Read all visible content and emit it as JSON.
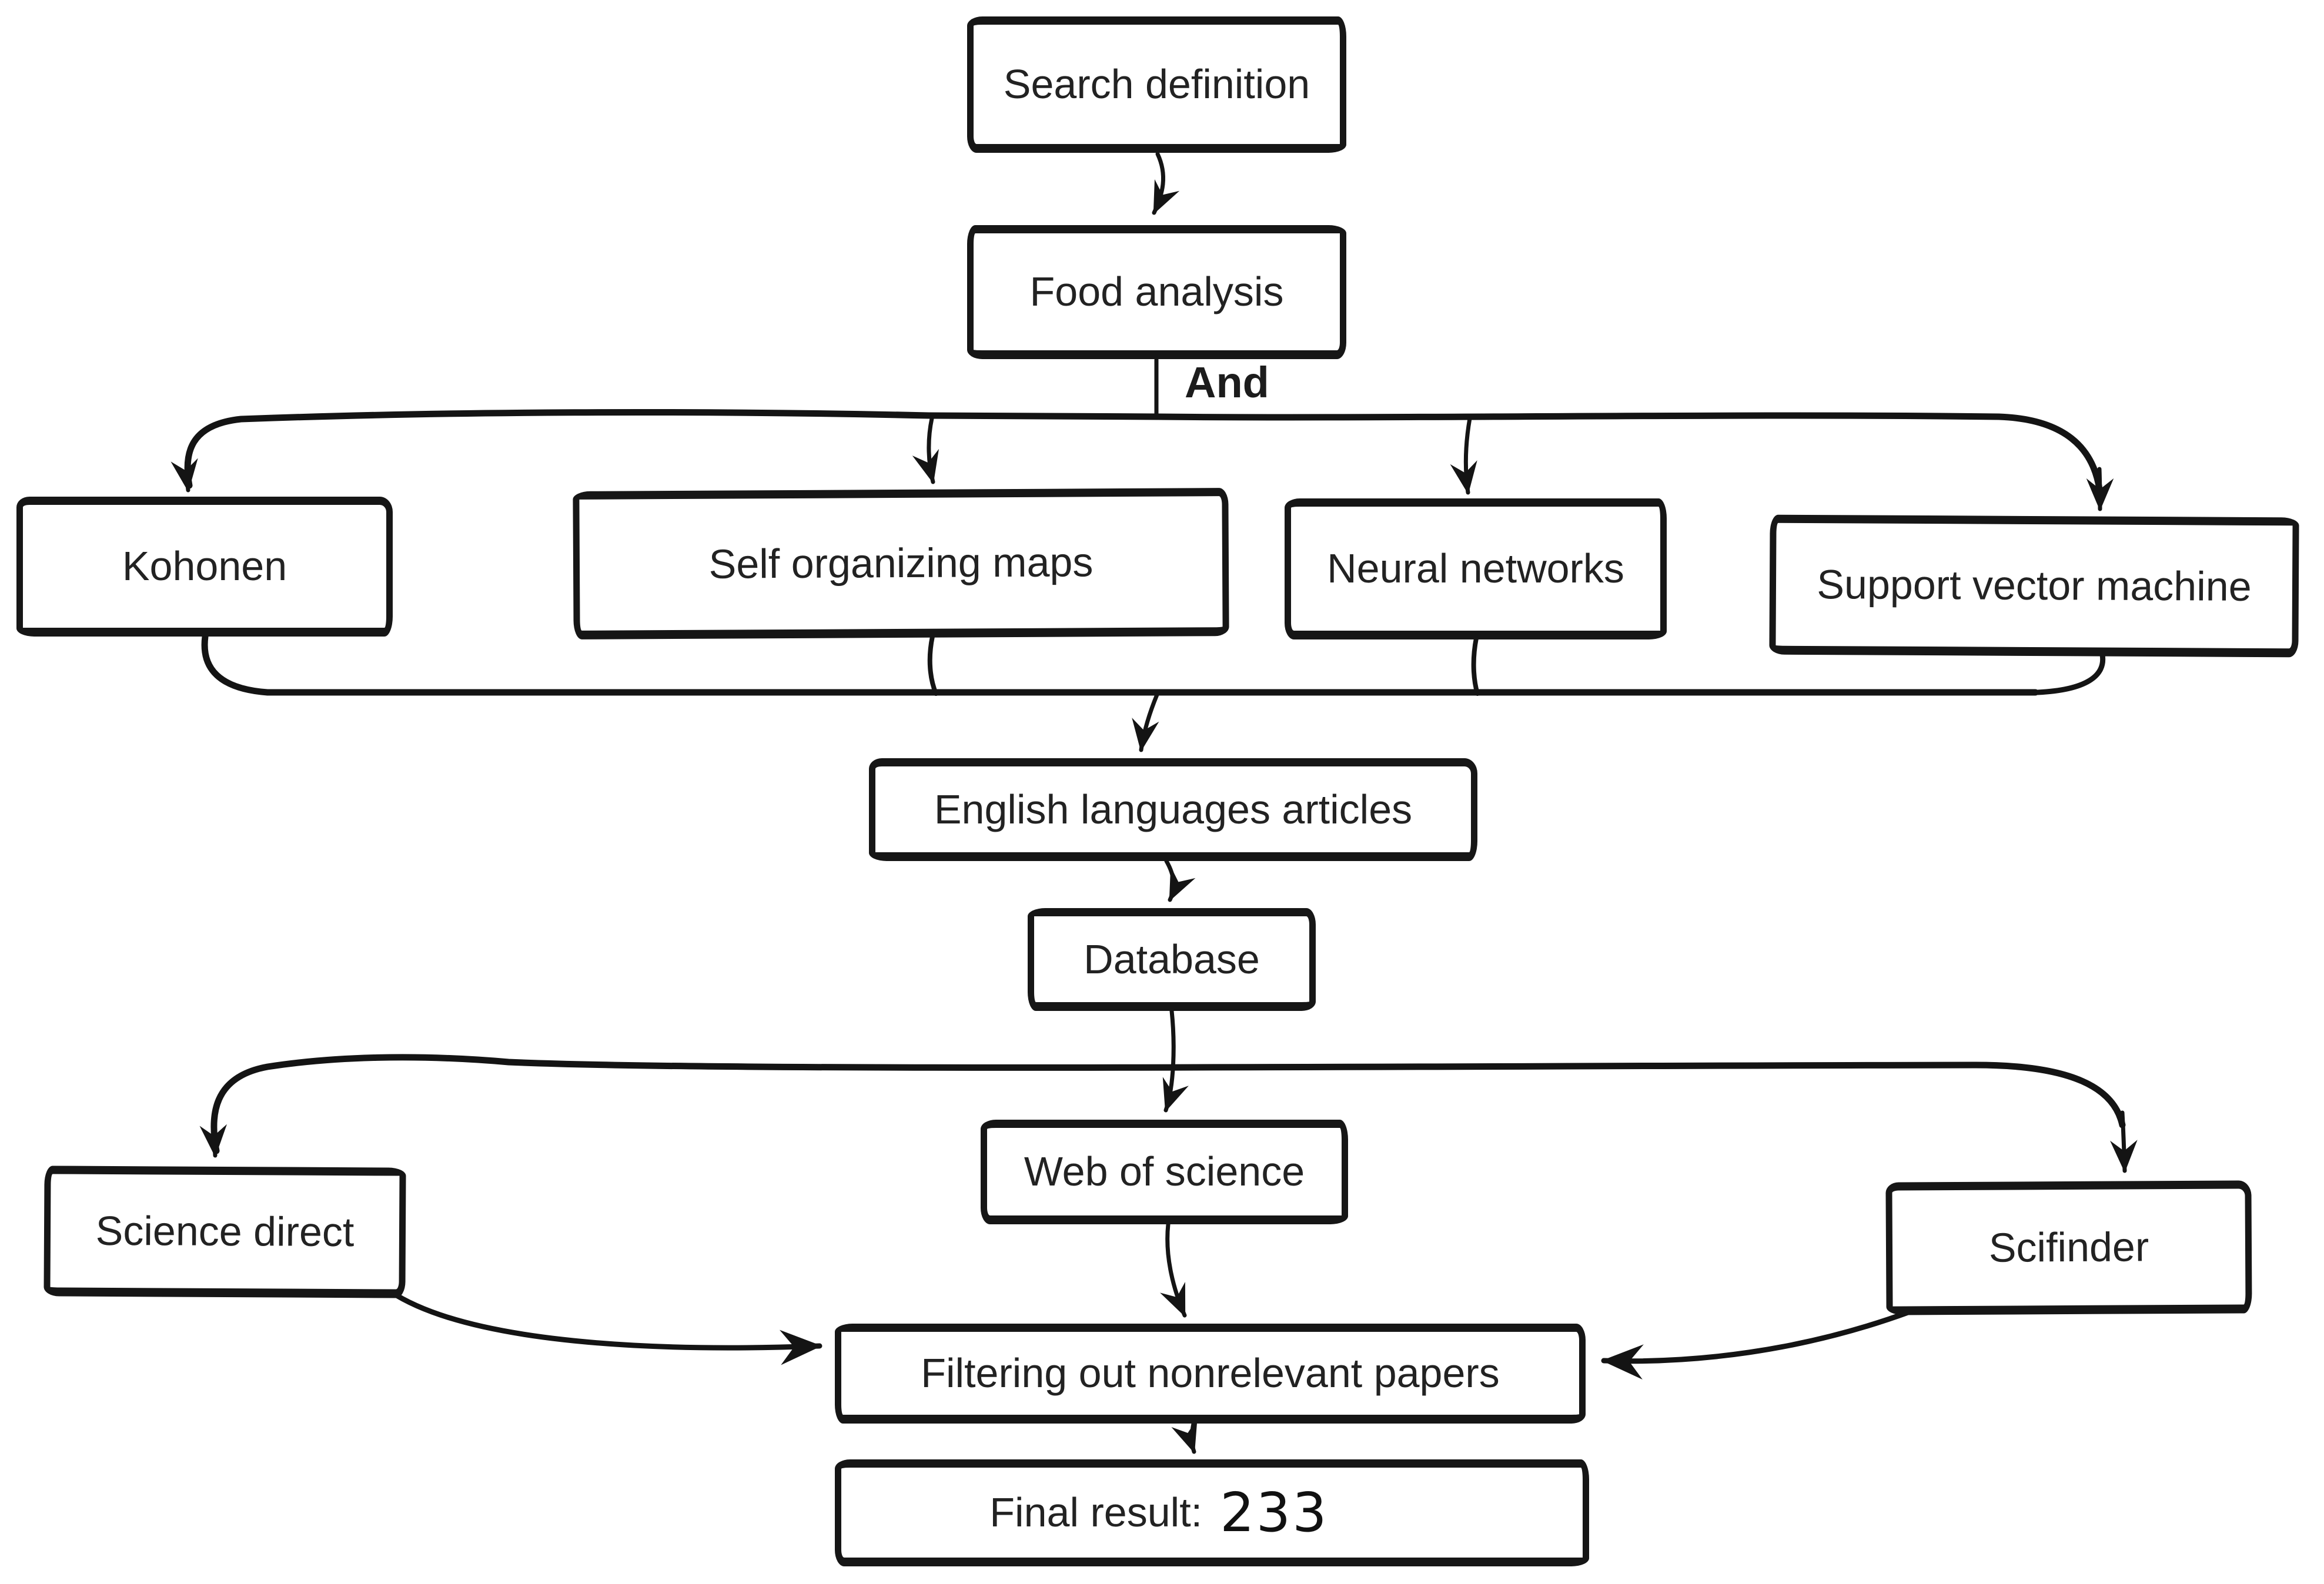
{
  "figure": {
    "type": "flowchart",
    "background": "#ffffff",
    "ink": "#161616",
    "text_color": "#222222"
  },
  "operators": {
    "and_label": "And"
  },
  "nodes": {
    "search_definition": {
      "label": "Search definition"
    },
    "food_analysis": {
      "label": "Food analysis"
    },
    "kohonen": {
      "label": "Kohonen"
    },
    "self_organizing_maps": {
      "label": "Self organizing maps"
    },
    "neural_networks": {
      "label": "Neural networks"
    },
    "support_vector_machine": {
      "label": "Support vector machine"
    },
    "english_languages_articles": {
      "label": "English languages articles"
    },
    "database": {
      "label": "Database"
    },
    "web_of_science": {
      "label": "Web of science"
    },
    "science_direct": {
      "label": "Science direct"
    },
    "scifinder": {
      "label": "Scifinder"
    },
    "filtering": {
      "label": "Filtering out nonrelevant papers"
    },
    "final_result": {
      "label_prefix": "Final result:",
      "value": "233"
    }
  },
  "edges": [
    {
      "from": "search_definition",
      "to": "food_analysis"
    },
    {
      "from": "food_analysis",
      "to": "kohonen",
      "operator": "And"
    },
    {
      "from": "food_analysis",
      "to": "self_organizing_maps",
      "operator": "And"
    },
    {
      "from": "food_analysis",
      "to": "neural_networks",
      "operator": "And"
    },
    {
      "from": "food_analysis",
      "to": "support_vector_machine",
      "operator": "And"
    },
    {
      "from": "kohonen",
      "to": "english_languages_articles"
    },
    {
      "from": "self_organizing_maps",
      "to": "english_languages_articles"
    },
    {
      "from": "neural_networks",
      "to": "english_languages_articles"
    },
    {
      "from": "support_vector_machine",
      "to": "english_languages_articles"
    },
    {
      "from": "english_languages_articles",
      "to": "database"
    },
    {
      "from": "database",
      "to": "science_direct"
    },
    {
      "from": "database",
      "to": "web_of_science"
    },
    {
      "from": "database",
      "to": "scifinder"
    },
    {
      "from": "web_of_science",
      "to": "filtering"
    },
    {
      "from": "science_direct",
      "to": "filtering"
    },
    {
      "from": "scifinder",
      "to": "filtering"
    },
    {
      "from": "filtering",
      "to": "final_result"
    }
  ]
}
